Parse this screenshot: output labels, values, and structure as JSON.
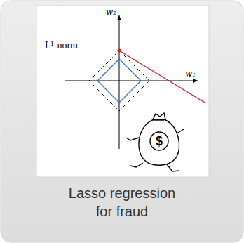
{
  "diagram": {
    "caption": "Lasso regression for fraud",
    "labels": [
      "w₂",
      "L¹-norm",
      "w₁",
      "$"
    ]
  }
}
